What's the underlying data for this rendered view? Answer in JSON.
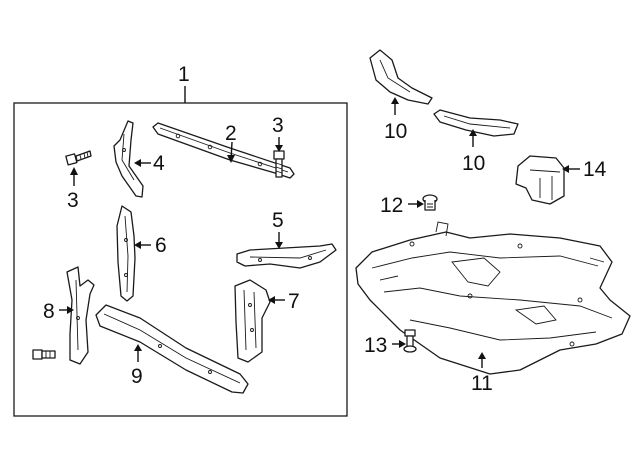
{
  "callouts": {
    "c1": "1",
    "c2": "2",
    "c3a": "3",
    "c3b": "3",
    "c4": "4",
    "c5": "5",
    "c6": "6",
    "c7": "7",
    "c8": "8",
    "c9": "9",
    "c10a": "10",
    "c10b": "10",
    "c11": "11",
    "c12": "12",
    "c13": "13",
    "c14": "14"
  },
  "colors": {
    "line": "#1a1a1a",
    "fill": "#ffffff"
  }
}
